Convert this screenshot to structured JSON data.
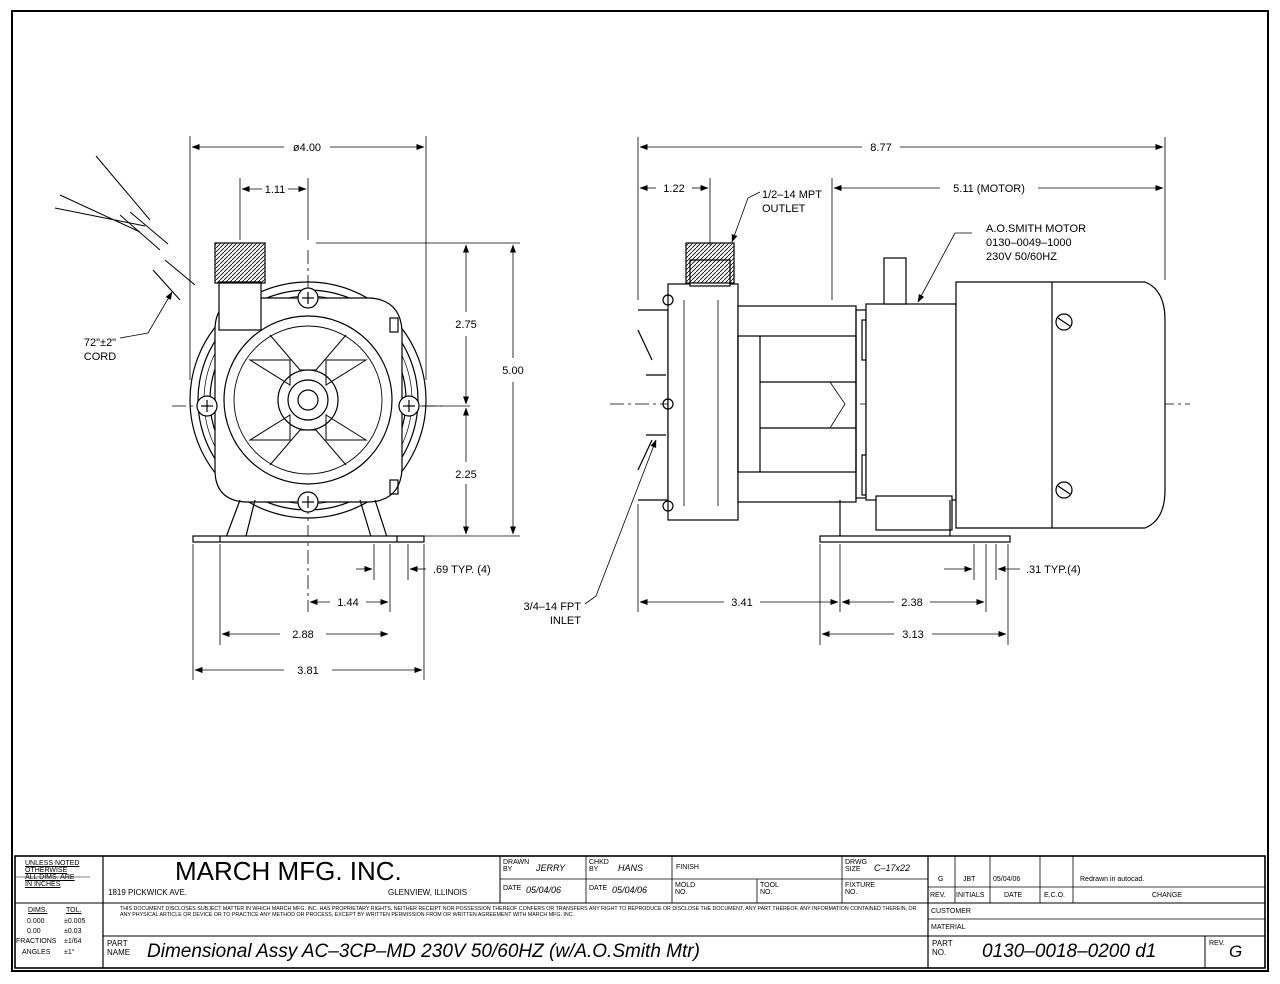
{
  "views": {
    "front": {
      "dims": {
        "dia": "ø4.00",
        "outlet_offset": "1.11",
        "upper": "2.75",
        "height": "5.00",
        "lower": "2.25",
        "foot_slot": ".69 TYP. (4)",
        "half_base": "1.44",
        "hole_span": "2.88",
        "base_width": "3.81"
      },
      "cord_label": [
        "72\"±2\"",
        "CORD"
      ]
    },
    "side": {
      "dims": {
        "overall": "8.77",
        "inlet_face": "1.22",
        "motor_len": "5.11 (MOTOR)",
        "pump_len": "3.41",
        "foot_off": "2.38",
        "foot_span": "3.13",
        "foot_slot": ".31 TYP.(4)"
      },
      "outlet_label": [
        "1/2–14 MPT",
        "OUTLET"
      ],
      "inlet_label": [
        "3/4–14 FPT",
        "INLET"
      ],
      "motor_label": [
        "A.O.SMITH MOTOR",
        "0130–0049–1000",
        "230V 50/60HZ"
      ]
    }
  },
  "title_block": {
    "tolerance_header": [
      "UNLESS NOTED",
      "OTHERWISE",
      "ALL DIMS. ARE",
      "IN INCHES"
    ],
    "tol_cols": [
      "DIMS.",
      "TOL."
    ],
    "tol_rows": [
      [
        "0.000",
        "±0.005"
      ],
      [
        "0.00",
        "±0.03"
      ],
      [
        "FRACTIONS",
        "±1/64"
      ],
      [
        "ANGLES",
        "±1°"
      ]
    ],
    "company": "MARCH MFG. INC.",
    "address": "1819 PICKWICK AVE.",
    "city": "GLENVIEW, ILLINOIS",
    "drawn_by_label": "DRAWN BY",
    "drawn_by": "JERRY",
    "chkd_by_label": "CHKD BY",
    "chkd_by": "HANS",
    "finish_label": "FINISH",
    "dwg_size_label": "DRWG SIZE",
    "dwg_size": "C–17x22",
    "date_label": "DATE",
    "drawn_date": "05/04/06",
    "chkd_date": "05/04/06",
    "mold_label": "MOLD NO.",
    "tool_label": "TOOL NO.",
    "fixture_label": "FIXTURE NO.",
    "notice": "THIS DOCUMENT DISCLOSES SUBJECT MATTER IN WHICH MARCH MFG. INC. HAS PROPRIETARY RIGHTS. NEITHER RECEIPT NOR POSSESSION THEREOF CONFERS OR TRANSFERS ANY RIGHT TO REPRODUCE OR DISCLOSE THE DOCUMENT, ANY PART THEREOF, ANY INFORMATION CONTAINED THEREIN, OR ANY PHYSICAL ARTICLE OR DEVICE OR TO PRACTICE ANY METHOD OR PROCESS, EXCEPT BY WRITTEN PERMISSION FROM OR WRITTEN AGREEMENT WITH MARCH MFG. INC.",
    "part_name_label": "PART NAME",
    "part_name": "Dimensional Assy AC–3CP–MD 230V 50/60HZ (w/A.O.Smith Mtr)",
    "revision": {
      "rev": "G",
      "initials": "JBT",
      "date": "05/04/06",
      "eco": "",
      "change": "Redrawn in autocad."
    },
    "rev_headers": [
      "REV.",
      "INITIALS",
      "DATE",
      "E.C.O.",
      "CHANGE"
    ],
    "customer_label": "CUSTOMER",
    "material_label": "MATERIAL",
    "part_no_label": "PART NO.",
    "part_no": "0130–0018–0200 d1",
    "rev_label": "REV.",
    "rev_value": "G"
  }
}
